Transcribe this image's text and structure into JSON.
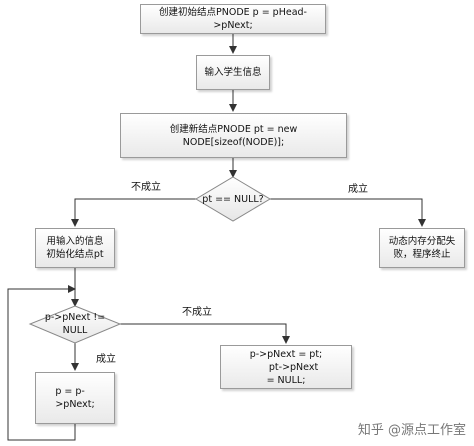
{
  "nodes": {
    "create_init": "创建初始结点PNODE p = pHead-\n>pNext;",
    "input_info": "输入学生信息",
    "create_new": "创建新结点PNODE pt = new\nNODE[sizeof(NODE)];",
    "check_null": "pt == NULL?",
    "init_node": "用输入的信息\n初始化结点pt",
    "alloc_fail": "动态内存分配失\n败，程序终止",
    "check_next": "p->pNext !=\nNULL",
    "move_p": "p = p-\n>pNext;",
    "link": "p->pNext = pt;\n     pt->pNext\n= NULL;"
  },
  "edge_labels": {
    "not_ok_left": "不成立",
    "ok_right": "成立",
    "not_ok_right": "不成立",
    "ok_down": "成立"
  },
  "watermark": "知乎 @源点工作室"
}
